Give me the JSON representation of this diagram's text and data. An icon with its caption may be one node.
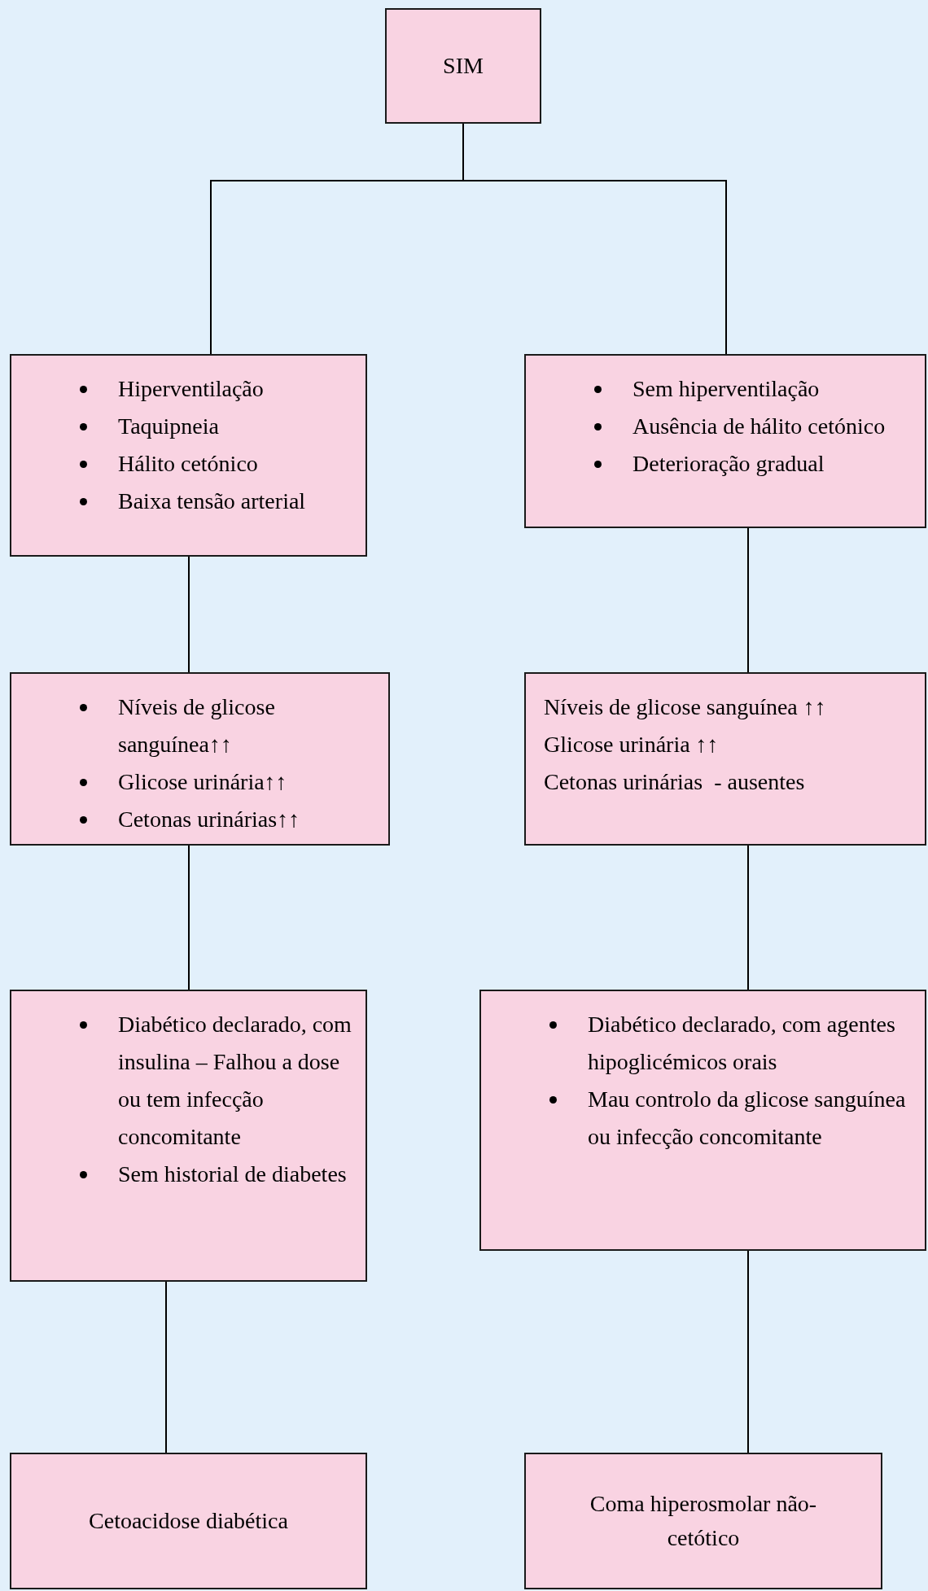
{
  "diagram": {
    "nodes": [
      {
        "text": [
          "SIM"
        ]
      },
      {
        "text": [
          "Hiperventilação",
          "Taquipneia",
          "Hálito cetónico",
          "Baixa tensão arterial"
        ]
      },
      {
        "text": [
          "Sem hiperventilação",
          "Ausência de hálito cetónico",
          "Deterioração gradual"
        ]
      },
      {
        "text": [
          "Níveis de glicose sanguínea↑↑",
          "Glicose urinária↑↑",
          "Cetonas urinárias↑↑"
        ]
      },
      {
        "text": [
          "Níveis de glicose sanguínea ↑↑",
          "Glicose urinária ↑↑",
          "Cetonas urinárias  - ausentes"
        ]
      },
      {
        "text": [
          "Diabético declarado, com insulina – Falhou a dose ou tem infecção concomitante",
          "Sem historial de diabetes"
        ]
      },
      {
        "text": [
          "Diabético declarado, com agentes hipoglicémicos orais",
          "Mau controlo da glicose sanguínea ou infecção concomitante"
        ]
      },
      {
        "text": [
          "Cetoacidose diabética"
        ]
      },
      {
        "text": [
          "Coma hiperosmolar não-cetótico"
        ]
      }
    ],
    "edges": [
      {
        "from": 0,
        "to": 1,
        "arrow": "none"
      },
      {
        "from": 0,
        "to": 2,
        "arrow": "none"
      },
      {
        "from": 1,
        "to": 3,
        "arrow": "none"
      },
      {
        "from": 3,
        "to": 5,
        "arrow": "none"
      },
      {
        "from": 5,
        "to": 7,
        "arrow": "none"
      },
      {
        "from": 2,
        "to": 4,
        "arrow": "none"
      },
      {
        "from": 4,
        "to": 6,
        "arrow": "none"
      },
      {
        "from": 6,
        "to": 8,
        "arrow": "none"
      }
    ]
  }
}
